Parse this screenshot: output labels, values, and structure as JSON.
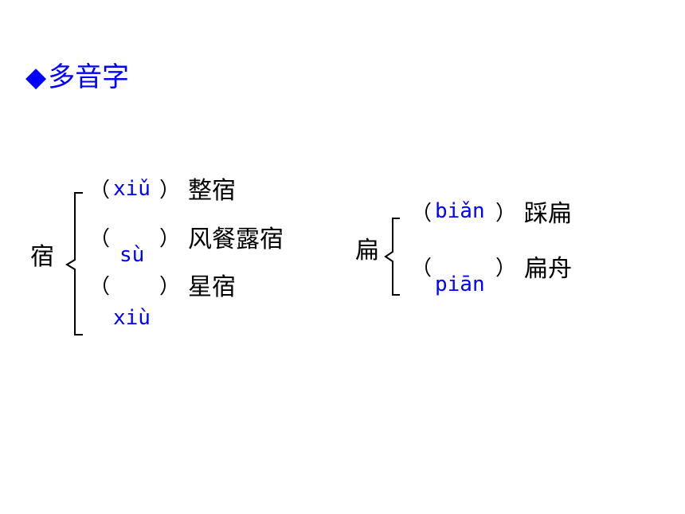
{
  "title": {
    "bullet": "◆",
    "text": "多音字"
  },
  "groups": [
    {
      "char": "宿",
      "readings": [
        {
          "open": "（",
          "pinyin": "xiǔ",
          "close": "）",
          "word": "整宿"
        },
        {
          "open": "（",
          "pinyin": "sù",
          "close": "）",
          "word": "风餐露宿"
        },
        {
          "open": "（",
          "pinyin": "xiù",
          "close": "）",
          "word": "星宿"
        }
      ]
    },
    {
      "char": "扁",
      "readings": [
        {
          "open": "（",
          "pinyin": "biǎn",
          "close": "）",
          "word": "踩扁"
        },
        {
          "open": "（",
          "pinyin": "piān",
          "close": "）",
          "word": "扁舟"
        }
      ]
    }
  ],
  "colors": {
    "title": "#0000ff",
    "pinyin": "#0000ff",
    "text": "#000000"
  }
}
